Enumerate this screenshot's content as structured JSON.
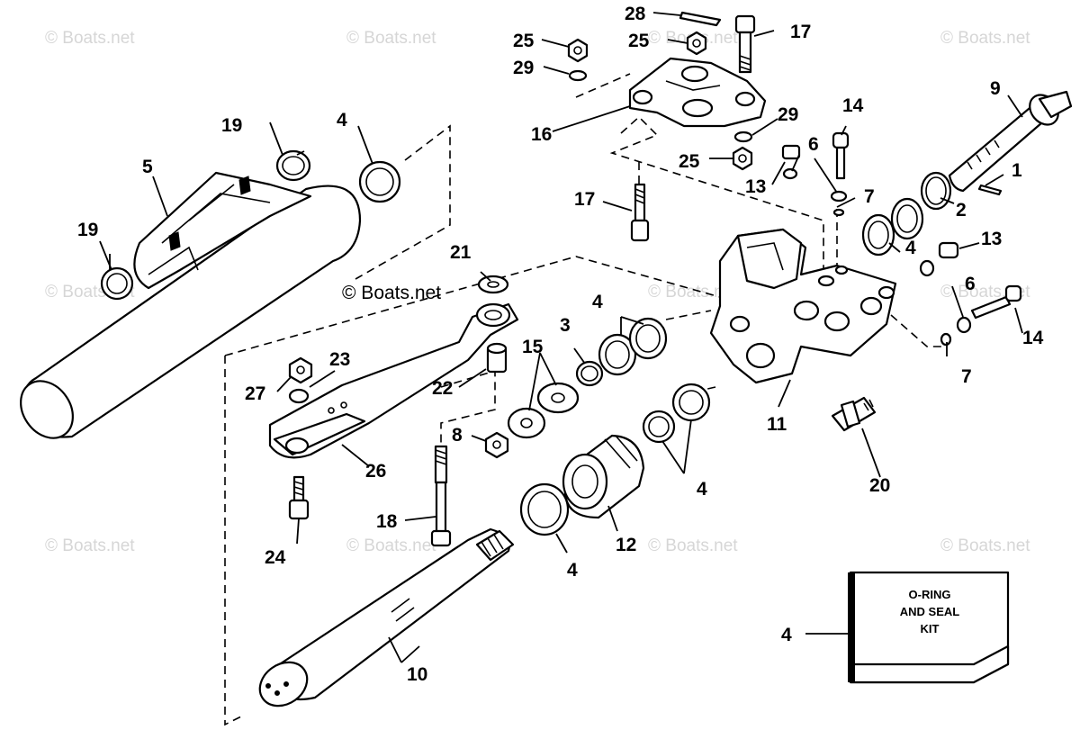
{
  "watermark": "© Boats.net",
  "kit_box": {
    "line1": "O-RING",
    "line2": "AND SEAL",
    "line3": "KIT",
    "callout": "4"
  },
  "inline_label": "© Boats.net",
  "callouts": {
    "c1": "1",
    "c2": "2",
    "c3": "3",
    "c4a": "4",
    "c4b": "4",
    "c4c": "4",
    "c4d": "4",
    "c4e": "4",
    "c5": "5",
    "c6a": "6",
    "c6b": "6",
    "c7a": "7",
    "c7b": "7",
    "c8": "8",
    "c9": "9",
    "c10": "10",
    "c11": "11",
    "c12": "12",
    "c13a": "13",
    "c13b": "13",
    "c14a": "14",
    "c14b": "14",
    "c15": "15",
    "c16": "16",
    "c17a": "17",
    "c17b": "17",
    "c18": "18",
    "c19a": "19",
    "c19b": "19",
    "c20": "20",
    "c21": "21",
    "c22": "22",
    "c23": "23",
    "c24": "24",
    "c25a": "25",
    "c25b": "25",
    "c25c": "25",
    "c26": "26",
    "c27": "27",
    "c28": "28",
    "c29a": "29",
    "c29b": "29"
  }
}
